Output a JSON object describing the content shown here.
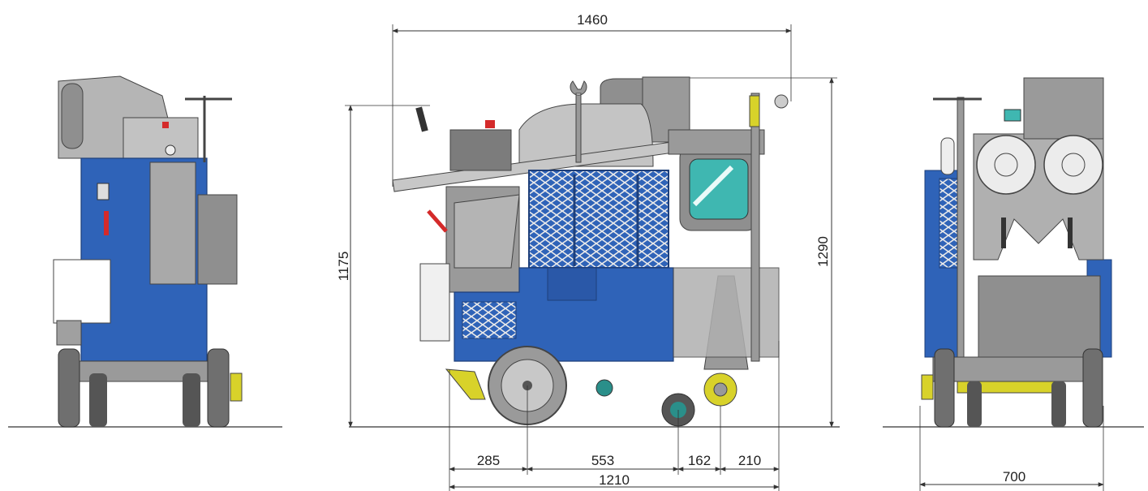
{
  "dimensions": {
    "overall_length": "1460",
    "handle_height": "1175",
    "overall_height": "1290",
    "front_to_rear_wheel": "285",
    "wheelbase": "553",
    "rear_to_roller": "162",
    "roller_to_end": "210",
    "base_length": "1210",
    "width": "700"
  },
  "colors": {
    "body_blue": "#2f63b8",
    "frame_gray": "#9a9a9a",
    "dark_gray": "#6f6f6f",
    "light_gray": "#c9c9c9",
    "yellow": "#d8d22a",
    "window_teal": "#3fb7b1",
    "teal_wheel": "#2a8f8a",
    "red": "#d42a2a",
    "line": "#333333"
  }
}
